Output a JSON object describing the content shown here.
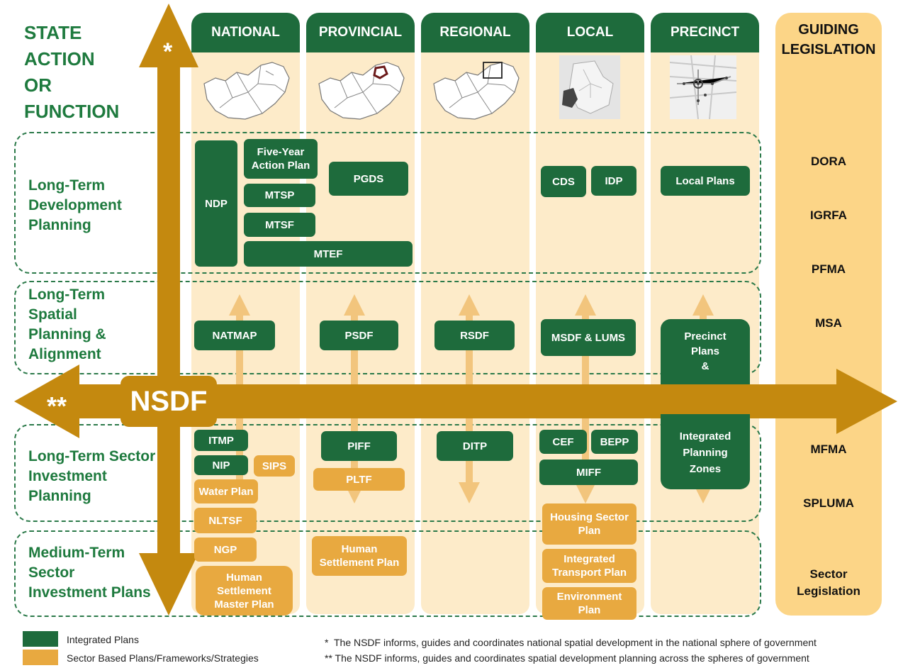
{
  "colors": {
    "integrated": "#1e6b3c",
    "sector": "#e8a940",
    "arrow": "#c4890f",
    "legislation": "#fcd587",
    "column": "#fdebc9"
  },
  "state_label": [
    "STATE",
    "ACTION",
    "OR",
    "FUNCTION"
  ],
  "columns": [
    "NATIONAL",
    "PROVINCIAL",
    "REGIONAL",
    "LOCAL",
    "PRECINCT"
  ],
  "legislation_header": [
    "GUIDING",
    "LEGISLATION"
  ],
  "rows": [
    [
      "Long-Term",
      "Development",
      "Planning"
    ],
    [
      "Long-Term",
      "Spatial",
      "Planning &",
      "Alignment"
    ],
    [
      "Long-Term Sector",
      "Investment",
      "Planning"
    ],
    [
      "Medium-Term",
      "Sector",
      "Investment Plans"
    ]
  ],
  "nsdf": "NSDF",
  "markers": {
    "vertical": "*",
    "horizontal": "**"
  },
  "plans": {
    "ndp": "NDP",
    "five_year": [
      "Five-Year",
      "Action Plan"
    ],
    "mtsp": "MTSP",
    "mtsf": "MTSF",
    "mtef": "MTEF",
    "pgds": "PGDS",
    "cds": "CDS",
    "idp": "IDP",
    "local_plans": "Local Plans",
    "natmap": "NATMAP",
    "psdf": "PSDF",
    "rsdf": "RSDF",
    "msdf": "MSDF & LUMS",
    "precinct_top": [
      "Precinct",
      "Plans",
      "&"
    ],
    "precinct_bottom": [
      "Integrated",
      "Planning",
      "Zones"
    ],
    "itmp": "ITMP",
    "nip": "NIP",
    "sips": "SIPS",
    "water": "Water Plan",
    "piff": "PIFF",
    "pltf": "PLTF",
    "ditp": "DITP",
    "cef": "CEF",
    "bepp": "BEPP",
    "miff": "MIFF",
    "nltsf": "NLTSF",
    "housing": [
      "Housing Sector",
      "Plan"
    ],
    "ngp": "NGP",
    "hs_master": [
      "Human",
      "Settlement",
      "Master Plan"
    ],
    "hs_plan": [
      "Human",
      "Settlement Plan"
    ],
    "transport": [
      "Integrated",
      "Transport Plan"
    ],
    "environment": [
      "Environment",
      "Plan"
    ]
  },
  "legislation": [
    "DORA",
    "IGRFA",
    "PFMA",
    "MSA",
    "MFMA",
    "SPLUMA",
    "Sector",
    "Legislation"
  ],
  "legend": {
    "integrated": "Integrated Plans",
    "sector": "Sector Based Plans/Frameworks/Strategies"
  },
  "notes": [
    "*  The NSDF informs, guides and coordinates national spatial development in the national sphere of government",
    "** The NSDF informs, guides and coordinates spatial development planning across the spheres of government"
  ]
}
